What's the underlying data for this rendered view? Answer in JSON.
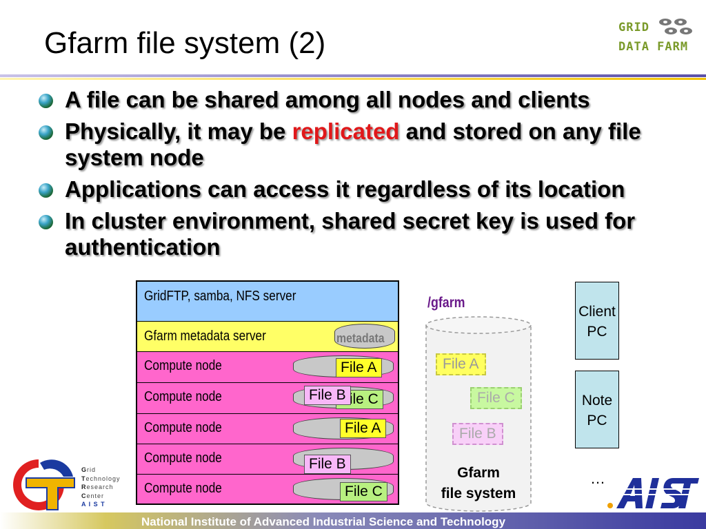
{
  "slide": {
    "title": "Gfarm file system (2)",
    "logo_top": {
      "line1": "GRID",
      "line2": "DATA FARM"
    },
    "bullets": [
      {
        "text": "A file can be shared among all nodes and clients"
      },
      {
        "pre": "Physically, it may be ",
        "highlight": "replicated",
        "post": " and stored on any file system node"
      },
      {
        "text": "Applications can access it regardless of its location"
      },
      {
        "text": "In cluster environment, shared secret key is used for authentication"
      }
    ]
  },
  "diagram": {
    "rows": [
      {
        "label": "GridFTP, samba, NFS server",
        "color": "#99ccff"
      },
      {
        "label": "Gfarm metadata server",
        "color": "#ffff66",
        "disk": "metadata"
      },
      {
        "label": "Compute node",
        "color": "#ff66cc",
        "files": [
          "File A"
        ]
      },
      {
        "label": "Compute node",
        "color": "#ff66cc",
        "files": [
          "File B",
          "File C"
        ]
      },
      {
        "label": "Compute node",
        "color": "#ff66cc",
        "files": [
          "File A"
        ]
      },
      {
        "label": "Compute node",
        "color": "#ff66cc",
        "files": [
          "File B"
        ]
      },
      {
        "label": "Compute node",
        "color": "#ff66cc",
        "files": [
          "File C"
        ]
      }
    ],
    "fs_label": "/gfarm",
    "virtual_files": [
      "File A",
      "File C",
      "File B"
    ],
    "fs_name_line1": "Gfarm",
    "fs_name_line2": "file system",
    "clients": [
      {
        "line1": "Client",
        "line2": "PC"
      },
      {
        "line1": "Note",
        "line2": "PC"
      }
    ],
    "ellipsis": "…"
  },
  "footer": {
    "text": "National Institute of Advanced Industrial Science and Technology",
    "gtrc": [
      "rid",
      "echnology",
      "esearch",
      "enter",
      "A I S T"
    ],
    "gtrc_initials": [
      "G",
      "T",
      "R",
      "C",
      ""
    ],
    "aist": "AIST"
  },
  "colors": {
    "accent_red": "#e0181a",
    "gfarm_label": "#6a1a8a",
    "logo_green": "#7a9a2a",
    "aist_blue": "#1f2f9a"
  }
}
